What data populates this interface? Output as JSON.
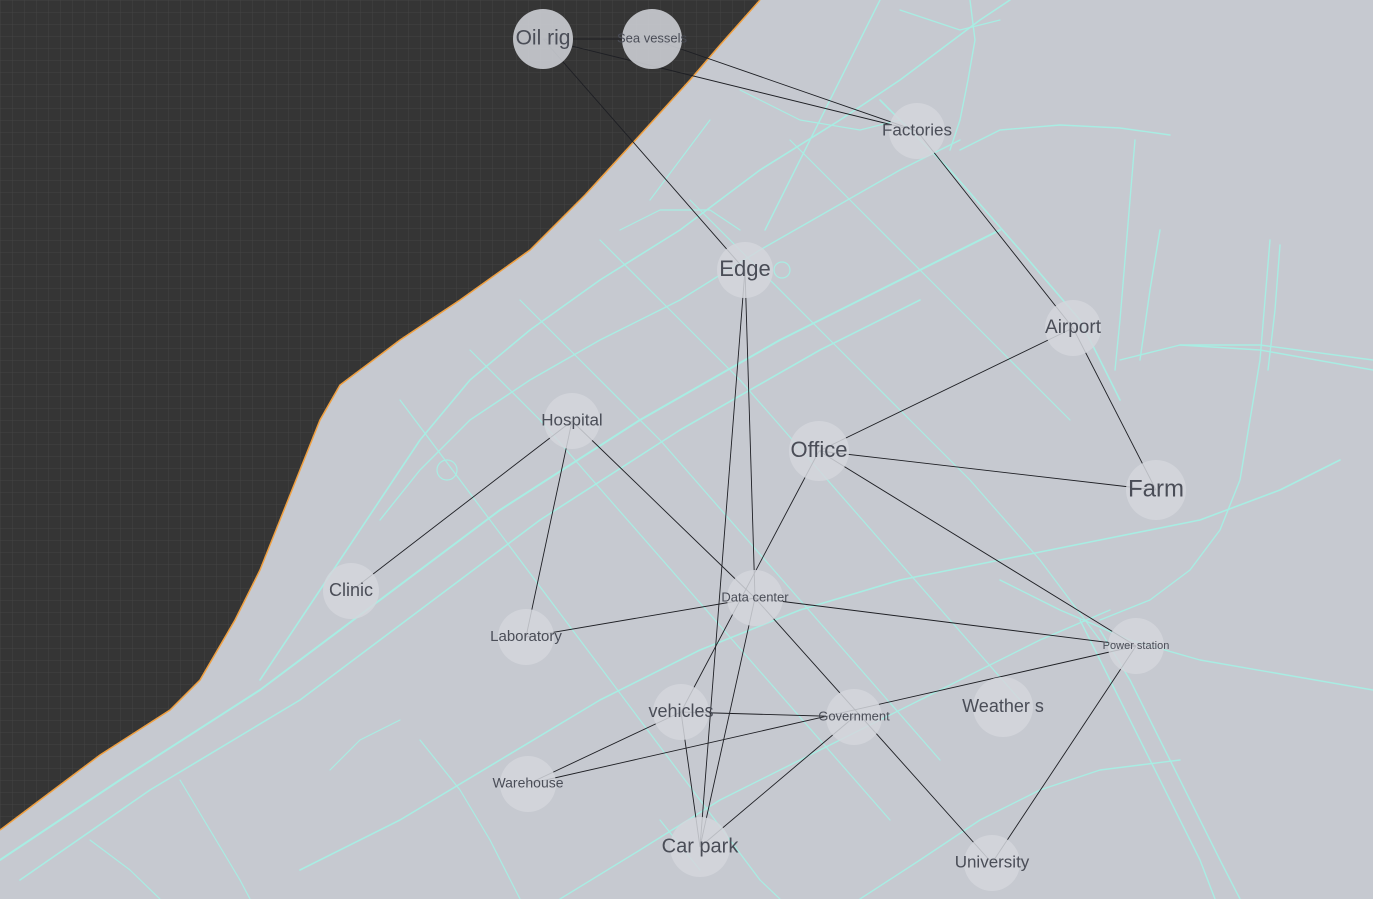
{
  "map": {
    "colors": {
      "water": "#353535",
      "land": "#c6c9d0",
      "road": "#a8ede3",
      "coastline": "#f0a040",
      "link": "#1e1f24",
      "label": "#4a4d57"
    },
    "nodes": [
      {
        "id": "oil-rig",
        "label": "Oil rig"
      },
      {
        "id": "sea-vessels",
        "label": "Sea vessels"
      },
      {
        "id": "factories",
        "label": "Factories"
      },
      {
        "id": "edge",
        "label": "Edge"
      },
      {
        "id": "airport",
        "label": "Airport"
      },
      {
        "id": "hospital",
        "label": "Hospital"
      },
      {
        "id": "office",
        "label": "Office"
      },
      {
        "id": "farm",
        "label": "Farm"
      },
      {
        "id": "clinic",
        "label": "Clinic"
      },
      {
        "id": "data-center",
        "label": "Data center"
      },
      {
        "id": "laboratory",
        "label": "Laboratory"
      },
      {
        "id": "power-station",
        "label": "Power station"
      },
      {
        "id": "vehicles",
        "label": "vehicles"
      },
      {
        "id": "government",
        "label": "Government"
      },
      {
        "id": "weather",
        "label": "Weather s"
      },
      {
        "id": "warehouse",
        "label": "Warehouse"
      },
      {
        "id": "car-park",
        "label": "Car park"
      },
      {
        "id": "university",
        "label": "University"
      }
    ],
    "links": [
      [
        "oil-rig",
        "sea-vessels"
      ],
      [
        "oil-rig",
        "factories"
      ],
      [
        "sea-vessels",
        "factories"
      ],
      [
        "oil-rig",
        "edge"
      ],
      [
        "factories",
        "airport"
      ],
      [
        "airport",
        "farm"
      ],
      [
        "airport",
        "office"
      ],
      [
        "office",
        "farm"
      ],
      [
        "office",
        "power-station"
      ],
      [
        "office",
        "vehicles"
      ],
      [
        "edge",
        "data-center"
      ],
      [
        "edge",
        "car-park"
      ],
      [
        "hospital",
        "clinic"
      ],
      [
        "hospital",
        "laboratory"
      ],
      [
        "hospital",
        "data-center"
      ],
      [
        "laboratory",
        "data-center"
      ],
      [
        "data-center",
        "power-station"
      ],
      [
        "data-center",
        "car-park"
      ],
      [
        "data-center",
        "university"
      ],
      [
        "vehicles",
        "government"
      ],
      [
        "vehicles",
        "car-park"
      ],
      [
        "vehicles",
        "warehouse"
      ],
      [
        "warehouse",
        "power-station"
      ],
      [
        "government",
        "car-park"
      ],
      [
        "power-station",
        "university"
      ]
    ]
  }
}
